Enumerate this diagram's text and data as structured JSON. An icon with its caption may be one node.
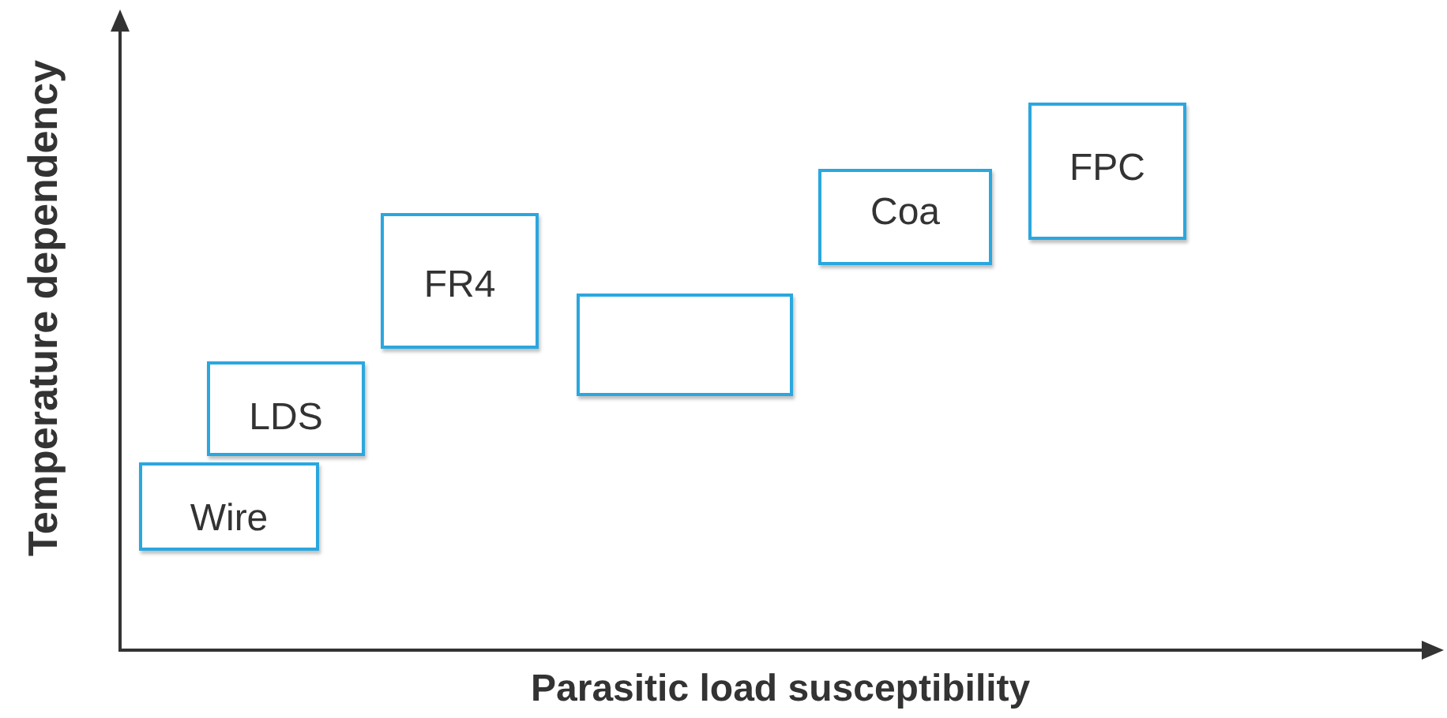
{
  "diagram": {
    "nodes": [
      {
        "text": [
          "Wire"
        ]
      },
      {
        "text": [
          "LDS"
        ]
      },
      {
        "text": [
          "FR4"
        ]
      },
      {
        "text": [],
        "shape": "box"
      },
      {
        "text": [
          "Coa"
        ]
      },
      {
        "text": [
          "FPC"
        ]
      }
    ],
    "labels": [
      "Temperature dependency",
      "Parasitic load susceptibility"
    ]
  }
}
